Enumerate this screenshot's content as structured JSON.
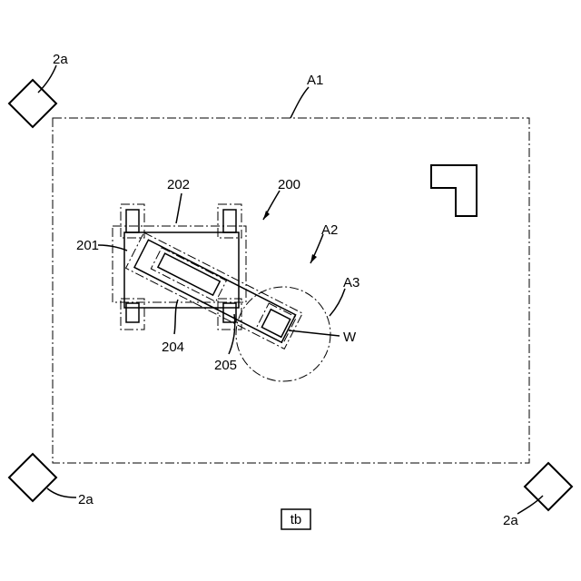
{
  "labels": {
    "area_a1": "A1",
    "area_a2": "A2",
    "area_a3": "A3",
    "robot": "200",
    "base": "201",
    "carriage": "202",
    "arm": "204",
    "hand": "205",
    "workpiece": "W",
    "sensor_top_left": "2a",
    "sensor_bottom_left": "2a",
    "sensor_bottom_right": "2a",
    "table": "tb"
  }
}
